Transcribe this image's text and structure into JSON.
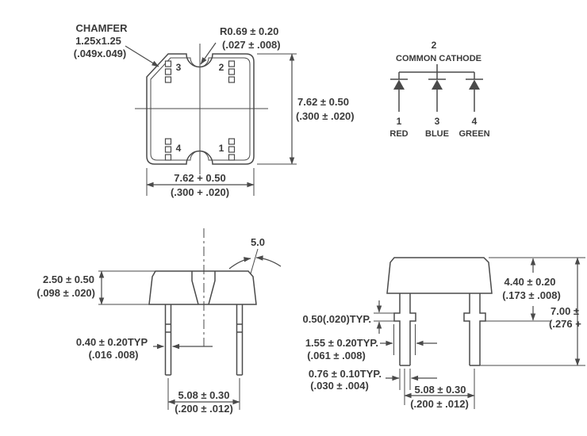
{
  "colors": {
    "line": "#4a4a4a",
    "text": "#3a3a3a",
    "background": "#ffffff"
  },
  "top_view": {
    "chamfer_line1": "CHAMFER",
    "chamfer_line2": "1.25x1.25",
    "chamfer_line3": "(.049x.049)",
    "notch_radius_line1": "R0.69 ± 0.20",
    "notch_radius_line2": "(.027 ± .008)",
    "pin3": "3",
    "pin2": "2",
    "pin4": "4",
    "pin1": "1",
    "side_dim_line1": "7.62 ± 0.50",
    "side_dim_line2": "(.300 ± .020)",
    "bottom_dim_line1": "7.62 + 0.50",
    "bottom_dim_line2": "(.300 + .020)"
  },
  "schematic": {
    "top_pin": "2",
    "title": "COMMON CATHODE",
    "pins": [
      {
        "number": "1",
        "name": "RED"
      },
      {
        "number": "3",
        "name": "BLUE"
      },
      {
        "number": "4",
        "name": "GREEN"
      }
    ]
  },
  "front_view": {
    "body_height_line1": "2.50 ± 0.50",
    "body_height_line2": "(.098 ± .020)",
    "lead_width_line1": "0.40 ± 0.20TYP",
    "lead_width_line2": "(.016   .008)",
    "pitch_line1": "5.08 ± 0.30",
    "pitch_line2": "(.200 ± .012)",
    "draft_angle": "5.0"
  },
  "side_view": {
    "standoff_line1": "0.50(.020)TYP.",
    "shoulder_width_line1": "1.55 ± 0.20TYP.",
    "shoulder_width_line2": "(.061 ± .008)",
    "lead_width_line1": "0.76 ± 0.10TYP.",
    "lead_width_line2": "(.030 ± .004)",
    "pitch_line1": "5.08 ± 0.30",
    "pitch_line2": "(.200 ± .012)",
    "body_height_line1": "4.40 ± 0.20",
    "body_height_line2": "(.173 ± .008)",
    "total_height_line1": "7.00 ±",
    "total_height_line2": "(.276 +"
  }
}
